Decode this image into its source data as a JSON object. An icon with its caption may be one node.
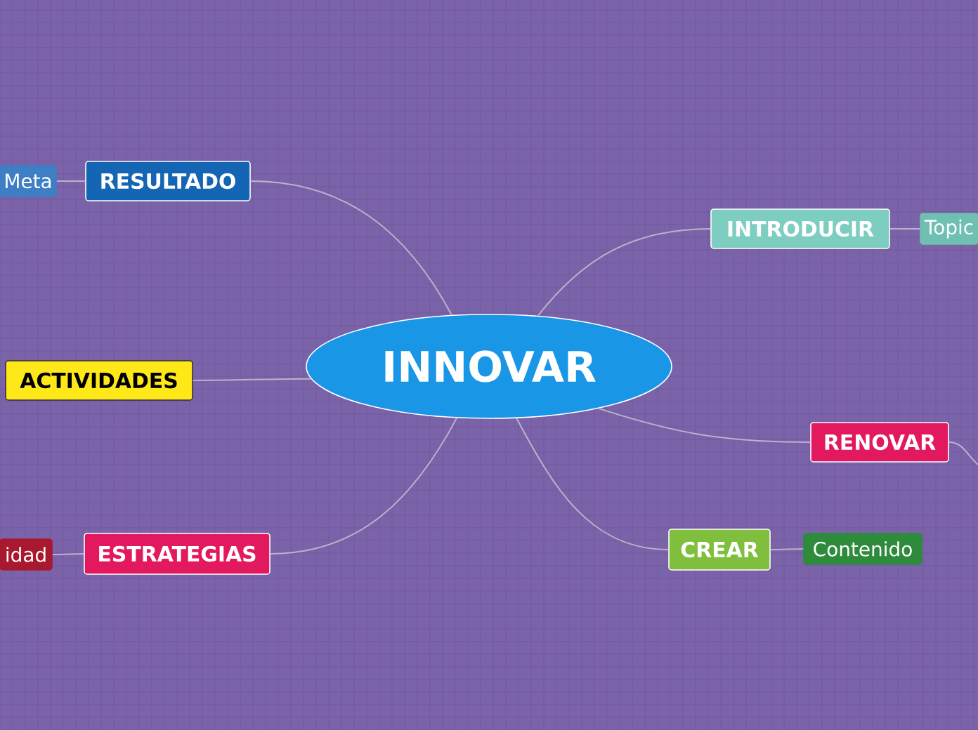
{
  "diagram": {
    "nodes": [
      {
        "text": [
          "INNOVAR"
        ]
      },
      {
        "text": [
          "RESULTADO"
        ]
      },
      {
        "text": [
          "Meta"
        ]
      },
      {
        "text": [
          "INTRODUCIR"
        ]
      },
      {
        "text": [
          "Topic"
        ]
      },
      {
        "text": [
          "ACTIVIDADES"
        ]
      },
      {
        "text": [
          "RENOVAR"
        ]
      },
      {
        "text": [
          "ESTRATEGIAS"
        ]
      },
      {
        "text": [
          "idad"
        ]
      },
      {
        "text": [
          "CREAR"
        ]
      },
      {
        "text": [
          "Contenido"
        ]
      }
    ],
    "edges": [
      {
        "from": 0,
        "to": 1,
        "arrow": "none"
      },
      {
        "from": 1,
        "to": 2,
        "arrow": "none"
      },
      {
        "from": 0,
        "to": 3,
        "arrow": "none"
      },
      {
        "from": 3,
        "to": 4,
        "arrow": "none"
      },
      {
        "from": 0,
        "to": 5,
        "arrow": "none"
      },
      {
        "from": 0,
        "to": 6,
        "arrow": "none"
      },
      {
        "from": 6,
        "to": null,
        "arrow": "none"
      },
      {
        "from": 0,
        "to": 7,
        "arrow": "none"
      },
      {
        "from": 7,
        "to": 8,
        "arrow": "none"
      },
      {
        "from": 0,
        "to": 9,
        "arrow": "none"
      },
      {
        "from": 9,
        "to": 10,
        "arrow": "none"
      }
    ]
  }
}
